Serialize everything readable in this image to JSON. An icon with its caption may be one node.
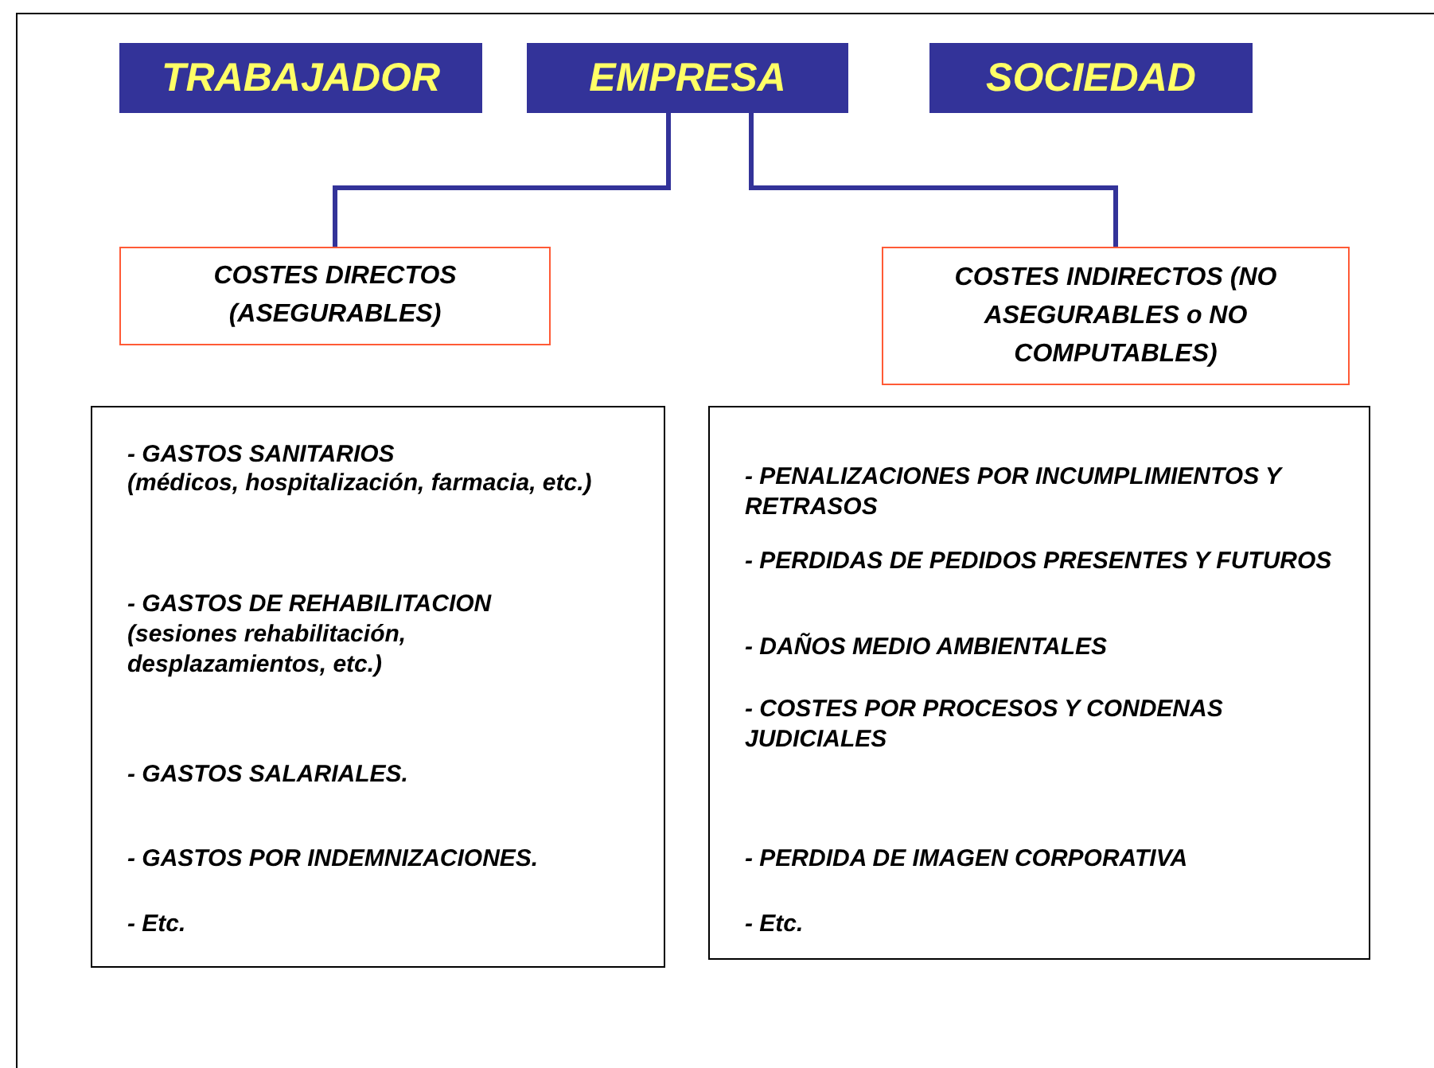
{
  "diagram": {
    "nodes": [
      {
        "text": [
          "TRABAJADOR"
        ]
      },
      {
        "text": [
          "EMPRESA"
        ]
      },
      {
        "text": [
          "SOCIEDAD"
        ]
      },
      {
        "text": [
          "COSTES DIRECTOS (ASEGURABLES)"
        ]
      },
      {
        "text": [
          "COSTES INDIRECTOS (NO ASEGURABLES o NO COMPUTABLES)"
        ]
      },
      {
        "text": [
          "- GASTOS SANITARIOS",
          "(médicos, hospitalización, farmacia, etc.)",
          "- GASTOS DE REHABILITACION",
          "(sesiones rehabilitación, desplazamientos, etc.)",
          "- GASTOS SALARIALES.",
          "- GASTOS POR INDEMNIZACIONES.",
          "- Etc."
        ]
      },
      {
        "text": [
          "- PENALIZACIONES POR INCUMPLIMIENTOS Y RETRASOS",
          "- PERDIDAS DE PEDIDOS PRESENTES Y FUTUROS",
          "- DAÑOS MEDIO AMBIENTALES",
          "- COSTES POR PROCESOS Y CONDENAS JUDICIALES",
          "- PERDIDA DE IMAGEN CORPORATIVA",
          "- Etc."
        ]
      }
    ],
    "edges": [
      {
        "from": 1,
        "to": 3,
        "arrow": "none"
      },
      {
        "from": 1,
        "to": 4,
        "arrow": "none"
      }
    ]
  }
}
